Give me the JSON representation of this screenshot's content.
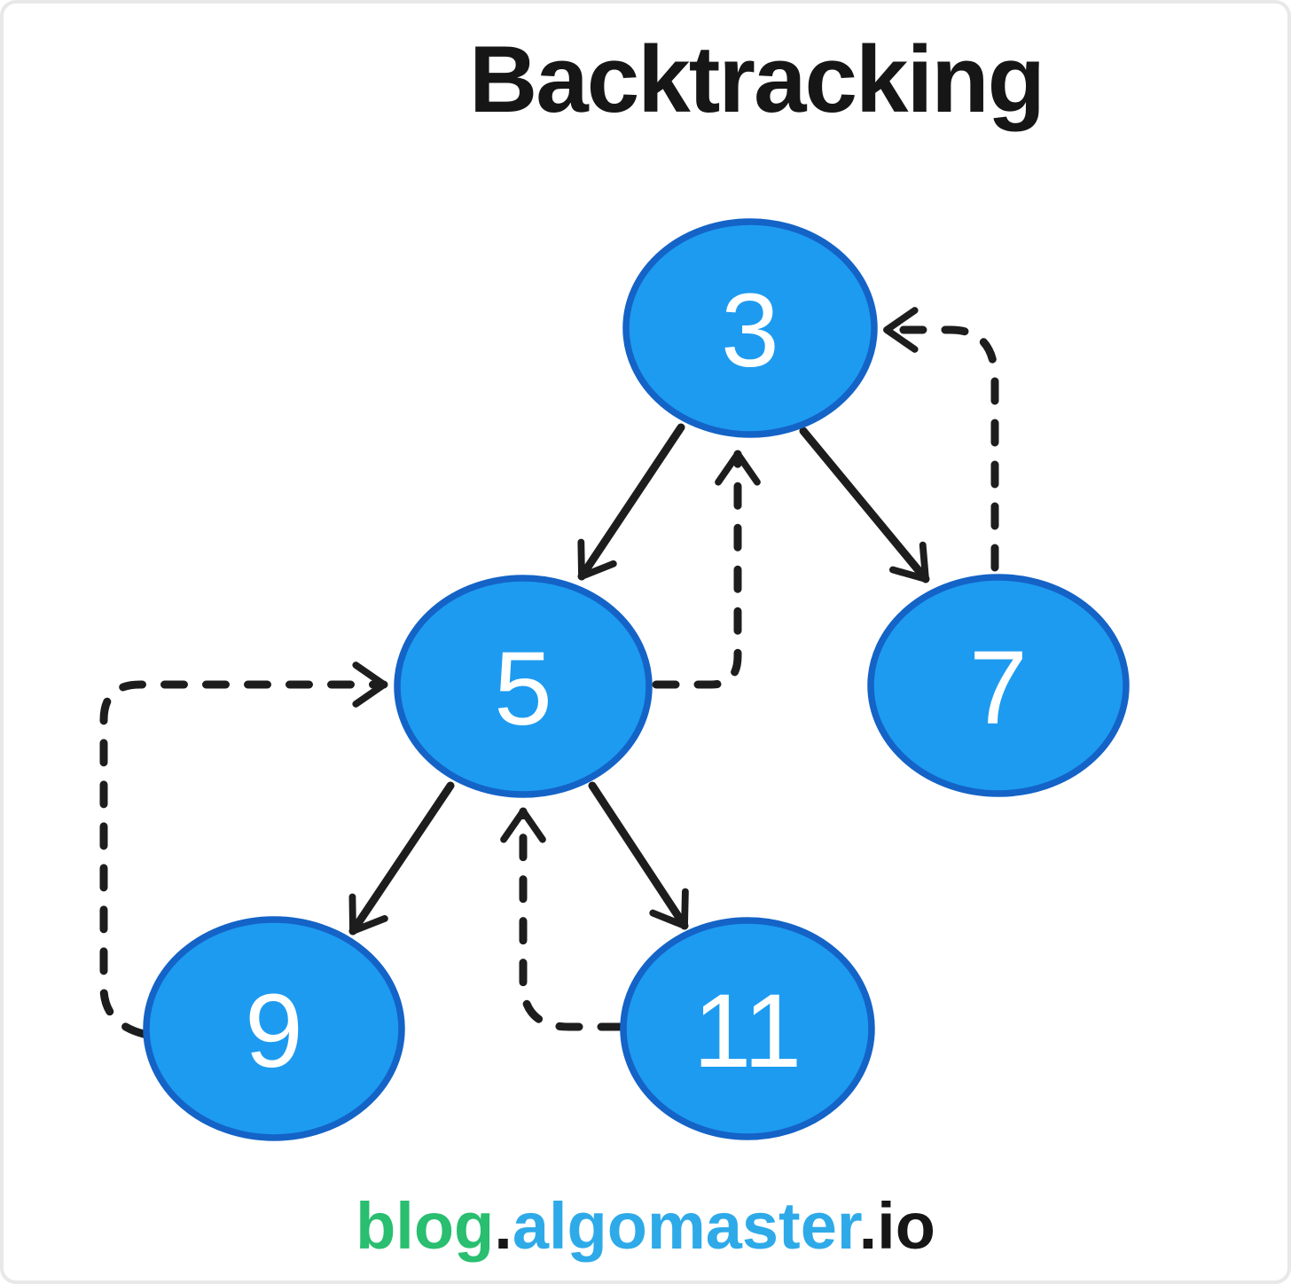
{
  "title": "Backtracking",
  "footer": {
    "blog": "blog",
    "dot1": ".",
    "algomaster": "algomaster",
    "dot2": ".",
    "io": "io"
  },
  "colors": {
    "node_fill": "#1D9BF0",
    "node_stroke": "#1463C7",
    "arrow": "#1D1D1D",
    "title": "#161616",
    "footer_green": "#29BE70",
    "footer_blue": "#2EAAE9",
    "footer_dark": "#161616",
    "card_border": "#E8E8E8",
    "background": "#FFFFFF"
  },
  "diagram": {
    "type": "tree",
    "nodes": [
      {
        "label": "3"
      },
      {
        "label": "5"
      },
      {
        "label": "7"
      },
      {
        "label": "9"
      },
      {
        "label": "11"
      }
    ],
    "edges": [
      {
        "from": "3",
        "to": "5",
        "style": "solid"
      },
      {
        "from": "3",
        "to": "7",
        "style": "solid"
      },
      {
        "from": "5",
        "to": "9",
        "style": "solid"
      },
      {
        "from": "5",
        "to": "11",
        "style": "solid"
      },
      {
        "from": "5",
        "to": "3",
        "style": "dashed"
      },
      {
        "from": "7",
        "to": "3",
        "style": "dashed"
      },
      {
        "from": "9",
        "to": "5",
        "style": "dashed"
      },
      {
        "from": "11",
        "to": "5",
        "style": "dashed"
      }
    ]
  }
}
